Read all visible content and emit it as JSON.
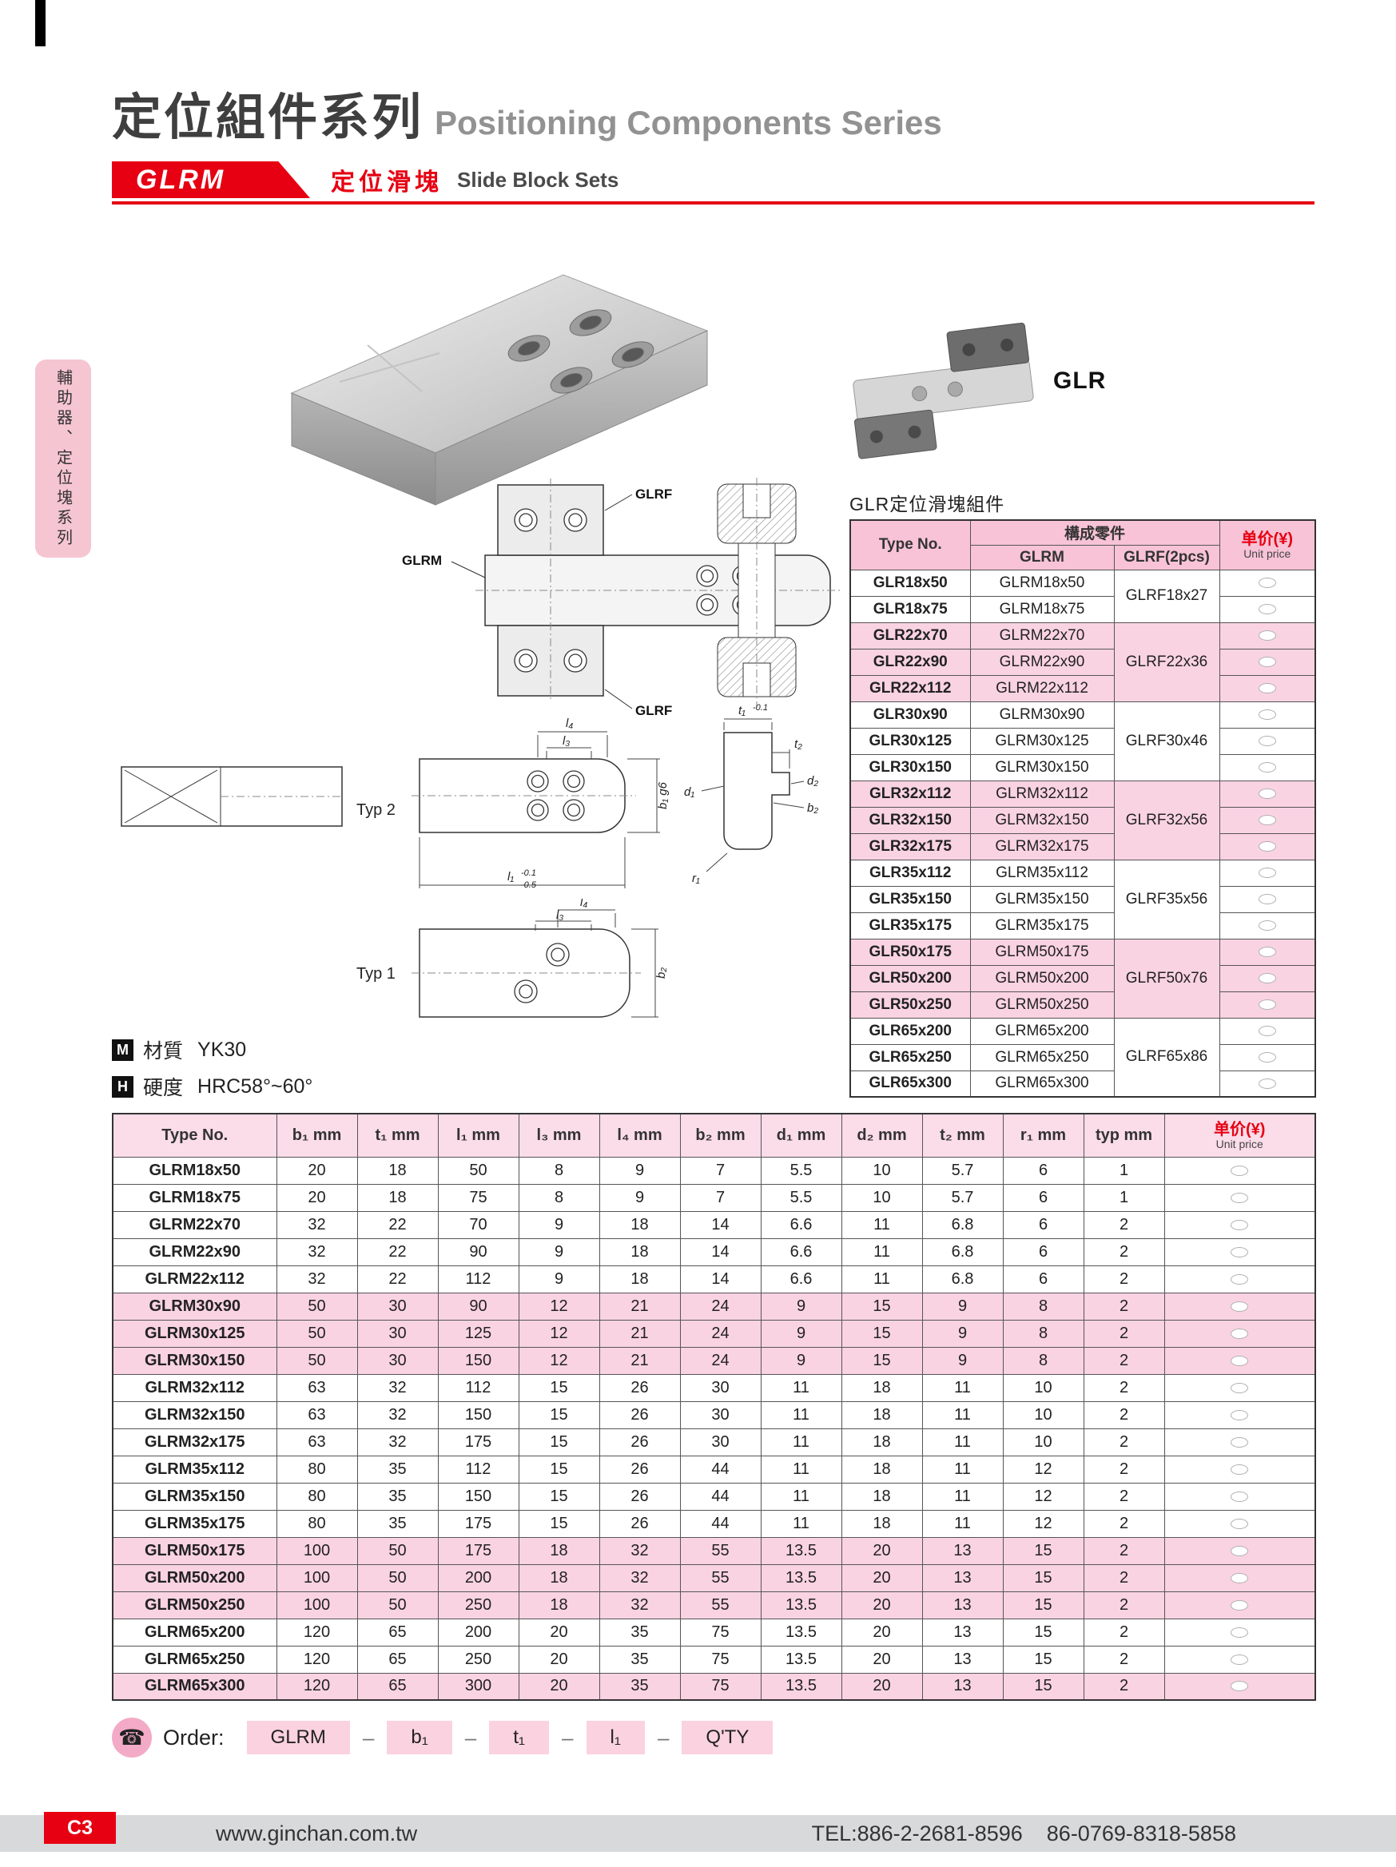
{
  "page": {
    "title_zh": "定位組件系列",
    "title_en": "Positioning Components Series",
    "series": {
      "code": "GLRM",
      "name_zh": "定位滑塊",
      "name_en": "Slide Block Sets"
    },
    "sidebar_text": "輔助器、定位塊系列",
    "product_label": "GLR",
    "notes": [
      {
        "badge": "M",
        "label": "材質",
        "value": "YK30"
      },
      {
        "badge": "H",
        "label": "硬度",
        "value": "HRC58°~60°"
      }
    ],
    "order": {
      "label": "Order:",
      "separator": "–",
      "parts": [
        "GLRM",
        "b₁",
        "t₁",
        "l₁",
        "Q'TY"
      ]
    },
    "footer": {
      "page_no": "C3",
      "website": "www.ginchan.com.tw",
      "tel": "TEL:886-2-2681-8596    86-0769-8318-5858"
    }
  },
  "colors": {
    "accent_red": "#e60012",
    "row_pink": "#fad3e2",
    "header_pink": "#f8c3d6",
    "light_header_pink": "#fbdce9",
    "footer_gray": "#d8d9da"
  },
  "set_table": {
    "title": "GLR定位滑塊組件",
    "col_type": "Type No.",
    "col_group": "構成零件",
    "col_glrm": "GLRM",
    "col_glrf": "GLRF(2pcs)",
    "col_price_zh": "单价(¥)",
    "col_price_en": "Unit price",
    "groups": [
      {
        "glrf": "GLRF18x27",
        "shaded": false,
        "rows": [
          [
            "GLR18x50",
            "GLRM18x50"
          ],
          [
            "GLR18x75",
            "GLRM18x75"
          ]
        ]
      },
      {
        "glrf": "GLRF22x36",
        "shaded": true,
        "rows": [
          [
            "GLR22x70",
            "GLRM22x70"
          ],
          [
            "GLR22x90",
            "GLRM22x90"
          ],
          [
            "GLR22x112",
            "GLRM22x112"
          ]
        ]
      },
      {
        "glrf": "GLRF30x46",
        "shaded": false,
        "rows": [
          [
            "GLR30x90",
            "GLRM30x90"
          ],
          [
            "GLR30x125",
            "GLRM30x125"
          ],
          [
            "GLR30x150",
            "GLRM30x150"
          ]
        ]
      },
      {
        "glrf": "GLRF32x56",
        "shaded": true,
        "rows": [
          [
            "GLR32x112",
            "GLRM32x112"
          ],
          [
            "GLR32x150",
            "GLRM32x150"
          ],
          [
            "GLR32x175",
            "GLRM32x175"
          ]
        ]
      },
      {
        "glrf": "GLRF35x56",
        "shaded": false,
        "rows": [
          [
            "GLR35x112",
            "GLRM35x112"
          ],
          [
            "GLR35x150",
            "GLRM35x150"
          ],
          [
            "GLR35x175",
            "GLRM35x175"
          ]
        ]
      },
      {
        "glrf": "GLRF50x76",
        "shaded": true,
        "rows": [
          [
            "GLR50x175",
            "GLRM50x175"
          ],
          [
            "GLR50x200",
            "GLRM50x200"
          ],
          [
            "GLR50x250",
            "GLRM50x250"
          ]
        ]
      },
      {
        "glrf": "GLRF65x86",
        "shaded": false,
        "rows": [
          [
            "GLR65x200",
            "GLRM65x200"
          ],
          [
            "GLR65x250",
            "GLRM65x250"
          ],
          [
            "GLR65x300",
            "GLRM65x300"
          ]
        ]
      }
    ]
  },
  "dim_table": {
    "headers": [
      "Type No.",
      "b₁ mm",
      "t₁ mm",
      "l₁ mm",
      "l₃ mm",
      "l₄ mm",
      "b₂ mm",
      "d₁ mm",
      "d₂ mm",
      "t₂ mm",
      "r₁ mm",
      "typ mm"
    ],
    "price_header_zh": "单价(¥)",
    "price_header_en": "Unit price",
    "rows": [
      {
        "type": "GLRM18x50",
        "values": [
          "20",
          "18",
          "50",
          "8",
          "9",
          "7",
          "5.5",
          "10",
          "5.7",
          "6",
          "1"
        ],
        "shaded": false
      },
      {
        "type": "GLRM18x75",
        "values": [
          "20",
          "18",
          "75",
          "8",
          "9",
          "7",
          "5.5",
          "10",
          "5.7",
          "6",
          "1"
        ],
        "shaded": false
      },
      {
        "type": "GLRM22x70",
        "values": [
          "32",
          "22",
          "70",
          "9",
          "18",
          "14",
          "6.6",
          "11",
          "6.8",
          "6",
          "2"
        ],
        "shaded": false
      },
      {
        "type": "GLRM22x90",
        "values": [
          "32",
          "22",
          "90",
          "9",
          "18",
          "14",
          "6.6",
          "11",
          "6.8",
          "6",
          "2"
        ],
        "shaded": false
      },
      {
        "type": "GLRM22x112",
        "values": [
          "32",
          "22",
          "112",
          "9",
          "18",
          "14",
          "6.6",
          "11",
          "6.8",
          "6",
          "2"
        ],
        "shaded": false
      },
      {
        "type": "GLRM30x90",
        "values": [
          "50",
          "30",
          "90",
          "12",
          "21",
          "24",
          "9",
          "15",
          "9",
          "8",
          "2"
        ],
        "shaded": true
      },
      {
        "type": "GLRM30x125",
        "values": [
          "50",
          "30",
          "125",
          "12",
          "21",
          "24",
          "9",
          "15",
          "9",
          "8",
          "2"
        ],
        "shaded": true
      },
      {
        "type": "GLRM30x150",
        "values": [
          "50",
          "30",
          "150",
          "12",
          "21",
          "24",
          "9",
          "15",
          "9",
          "8",
          "2"
        ],
        "shaded": true
      },
      {
        "type": "GLRM32x112",
        "values": [
          "63",
          "32",
          "112",
          "15",
          "26",
          "30",
          "11",
          "18",
          "11",
          "10",
          "2"
        ],
        "shaded": false
      },
      {
        "type": "GLRM32x150",
        "values": [
          "63",
          "32",
          "150",
          "15",
          "26",
          "30",
          "11",
          "18",
          "11",
          "10",
          "2"
        ],
        "shaded": false
      },
      {
        "type": "GLRM32x175",
        "values": [
          "63",
          "32",
          "175",
          "15",
          "26",
          "30",
          "11",
          "18",
          "11",
          "10",
          "2"
        ],
        "shaded": false
      },
      {
        "type": "GLRM35x112",
        "values": [
          "80",
          "35",
          "112",
          "15",
          "26",
          "44",
          "11",
          "18",
          "11",
          "12",
          "2"
        ],
        "shaded": false
      },
      {
        "type": "GLRM35x150",
        "values": [
          "80",
          "35",
          "150",
          "15",
          "26",
          "44",
          "11",
          "18",
          "11",
          "12",
          "2"
        ],
        "shaded": false
      },
      {
        "type": "GLRM35x175",
        "values": [
          "80",
          "35",
          "175",
          "15",
          "26",
          "44",
          "11",
          "18",
          "11",
          "12",
          "2"
        ],
        "shaded": false
      },
      {
        "type": "GLRM50x175",
        "values": [
          "100",
          "50",
          "175",
          "18",
          "32",
          "55",
          "13.5",
          "20",
          "13",
          "15",
          "2"
        ],
        "shaded": true
      },
      {
        "type": "GLRM50x200",
        "values": [
          "100",
          "50",
          "200",
          "18",
          "32",
          "55",
          "13.5",
          "20",
          "13",
          "15",
          "2"
        ],
        "shaded": true
      },
      {
        "type": "GLRM50x250",
        "values": [
          "100",
          "50",
          "250",
          "18",
          "32",
          "55",
          "13.5",
          "20",
          "13",
          "15",
          "2"
        ],
        "shaded": true
      },
      {
        "type": "GLRM65x200",
        "values": [
          "120",
          "65",
          "200",
          "20",
          "35",
          "75",
          "13.5",
          "20",
          "13",
          "15",
          "2"
        ],
        "shaded": false
      },
      {
        "type": "GLRM65x250",
        "values": [
          "120",
          "65",
          "250",
          "20",
          "35",
          "75",
          "13.5",
          "20",
          "13",
          "15",
          "2"
        ],
        "shaded": false
      },
      {
        "type": "GLRM65x300",
        "values": [
          "120",
          "65",
          "300",
          "20",
          "35",
          "75",
          "13.5",
          "20",
          "13",
          "15",
          "2"
        ],
        "shaded": true
      }
    ]
  },
  "drawings": {
    "plan": {
      "glrf_top": "GLRF",
      "glrm": "GLRM",
      "glrf_bottom": "GLRF"
    },
    "typ2": {
      "label": "Typ 2",
      "l4": "l₄",
      "l3": "l₃",
      "b1": "b₁ g6",
      "l1": "l₁",
      "l1_tol_upper": "-0.1",
      "l1_tol_lower": "-0.5"
    },
    "typ1": {
      "label": "Typ 1",
      "l4": "l₄",
      "l3": "l₃",
      "b2": "b₂"
    },
    "section": {
      "t1": "t₁",
      "t1_tol": "-0.1",
      "t2": "t₂",
      "d2": "d₂",
      "d1": "d₁",
      "b2": "b₂",
      "r1": "r₁"
    }
  }
}
